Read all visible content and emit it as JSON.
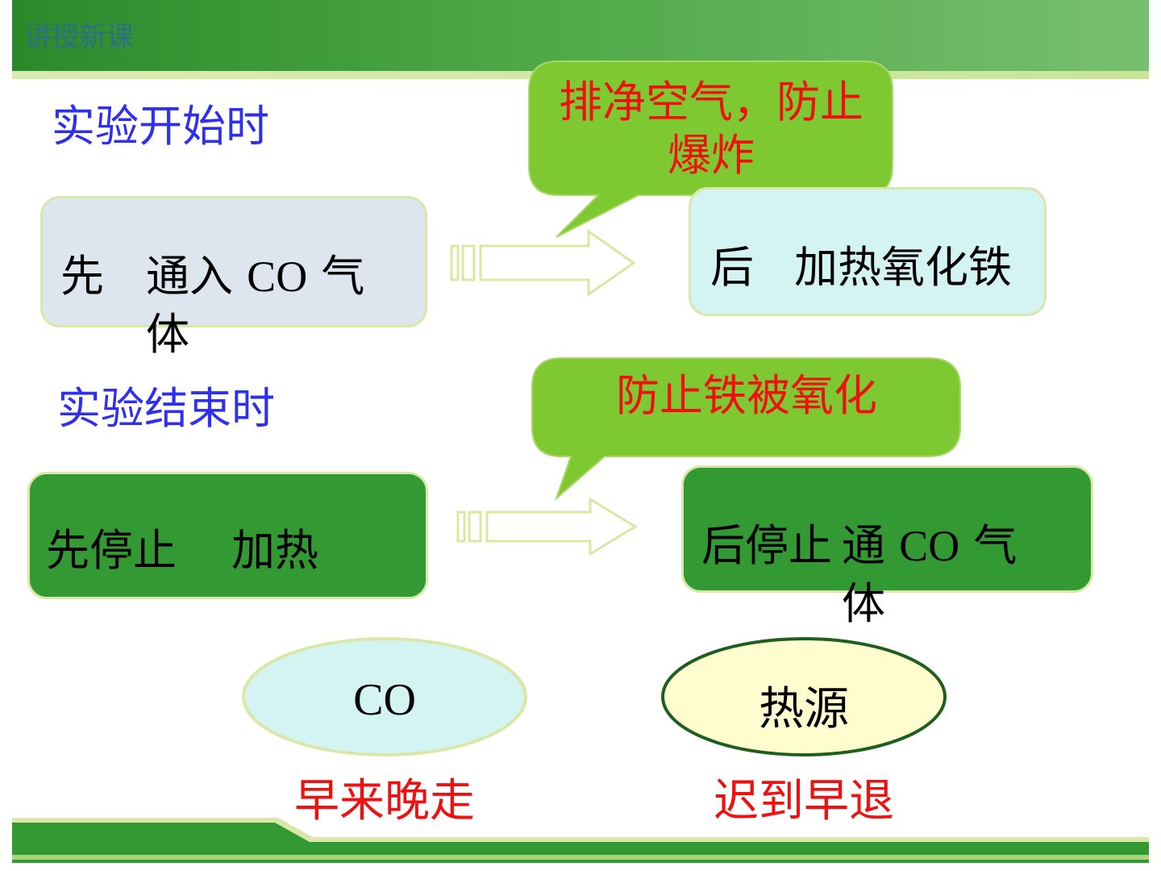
{
  "header": {
    "title": "讲授新课"
  },
  "start": {
    "section_title": "实验开始时",
    "first": {
      "prefix": "先",
      "text_cn_1": "通入",
      "text_latin": "CO",
      "text_cn_2": "气",
      "text_cn_wrap": "体"
    },
    "bubble_line1": "排净空气，防止",
    "bubble_line2": "爆炸",
    "then": {
      "prefix": "后",
      "text": "加热氧化铁"
    }
  },
  "end": {
    "section_title": "实验结束时",
    "first": {
      "prefix": "先停止",
      "text": "加热"
    },
    "bubble": "防止铁被氧化",
    "then": {
      "prefix": "后停止",
      "text_cn_1": "通",
      "text_latin": "CO",
      "text_cn_2": "气",
      "text_cn_wrap": "体"
    }
  },
  "summary": {
    "left": {
      "label": "CO",
      "caption": "早来晚走"
    },
    "right": {
      "label": "热源",
      "caption": "迟到早退"
    }
  },
  "colors": {
    "header_green": "#4ea845",
    "bubble_green": "#7ec932",
    "box_green": "#339933",
    "title_blue": "#2f2ff0",
    "red_text": "#ef1010",
    "light_blue_box": "#dde6ef",
    "cyan_box": "#d4f4f3",
    "ellipse_left_fill": "#d4f4f3",
    "ellipse_right_fill": "#fffdd0",
    "ellipse_right_border": "#1e5e1e"
  }
}
